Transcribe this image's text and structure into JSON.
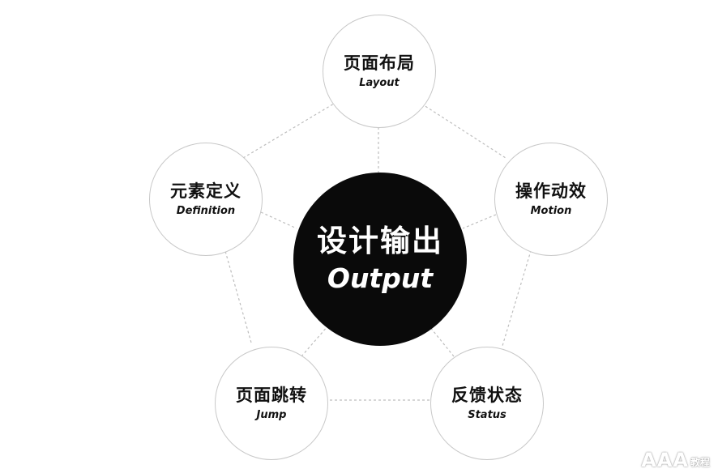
{
  "center": {
    "title_zh": "设计输出",
    "title_en": "Output"
  },
  "nodes": [
    {
      "zh": "页面布局",
      "en": "Layout"
    },
    {
      "zh": "操作动效",
      "en": "Motion"
    },
    {
      "zh": "反馈状态",
      "en": "Status"
    },
    {
      "zh": "页面跳转",
      "en": "Jump"
    },
    {
      "zh": "元素定义",
      "en": "Definition"
    }
  ],
  "watermark": {
    "main": "AAA",
    "sub": "教程"
  },
  "colors": {
    "center_fill": "#0a0a0a",
    "node_border": "#c8c8c8",
    "connector": "#bdbdbd",
    "background": "#ffffff"
  }
}
